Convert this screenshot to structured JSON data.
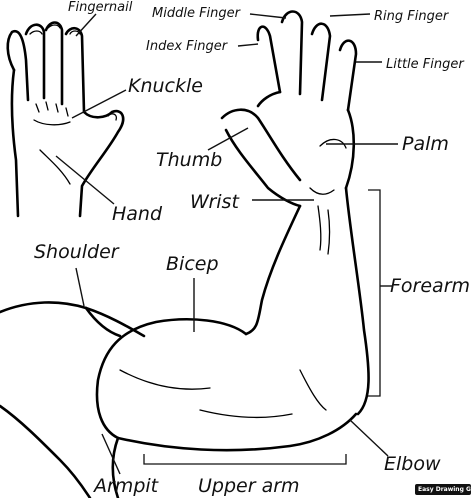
{
  "labels": {
    "fingernail": "Fingernail",
    "middle_finger": "Middle Finger",
    "ring_finger": "Ring Finger",
    "index_finger": "Index Finger",
    "little_finger": "Little Finger",
    "knuckle": "Knuckle",
    "palm": "Palm",
    "thumb": "Thumb",
    "hand": "Hand",
    "wrist": "Wrist",
    "shoulder": "Shoulder",
    "bicep": "Bicep",
    "forearm": "Forearm",
    "armpit": "Armpit",
    "upper_arm": "Upper arm",
    "elbow": "Elbow"
  },
  "watermark": "Easy Drawing Guides"
}
